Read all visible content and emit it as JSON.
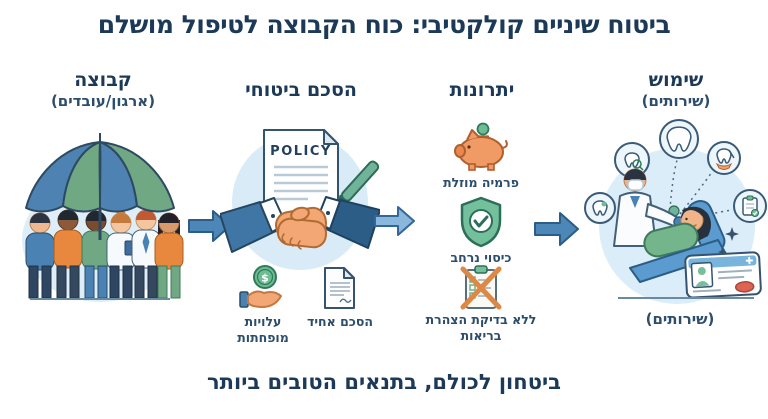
{
  "title": "ביטוח שיניים קולקטיבי: כוח הקבוצה לטיפול מושלם",
  "footer": "ביטחון לכולם, בתנאים הטובים ביותר",
  "group": {
    "title": "קבוצה",
    "subtitle": "(ארגון/עובדים)"
  },
  "agreement": {
    "title": "הסכם ביטוחי",
    "policy_label": "POLICY",
    "reduced_costs_label": "עלויות מופחתות",
    "uniform_agreement_label": "הסכם אחיד"
  },
  "benefits": {
    "title": "יתרונות",
    "discounted_premium_label": "פרמיה מוזלת",
    "wide_coverage_label": "כיסוי נרחב",
    "no_health_check_label": "ללא בדיקת הצהרת בריאות"
  },
  "usage": {
    "title": "שימוש",
    "subtitle": "(שירותים)",
    "caption": "(שירותים)"
  },
  "symbols": {
    "dollar": "$"
  },
  "colors": {
    "heading": "#1c3a57",
    "label": "#2c4d6b",
    "arrow_blue": "#4d87b8",
    "arrow_light_blue": "#8ab8dc",
    "green": "#6fa883",
    "teal_green": "#74bf9c",
    "orange": "#ef9763",
    "light_blue_bg": "#d9ebf7"
  }
}
